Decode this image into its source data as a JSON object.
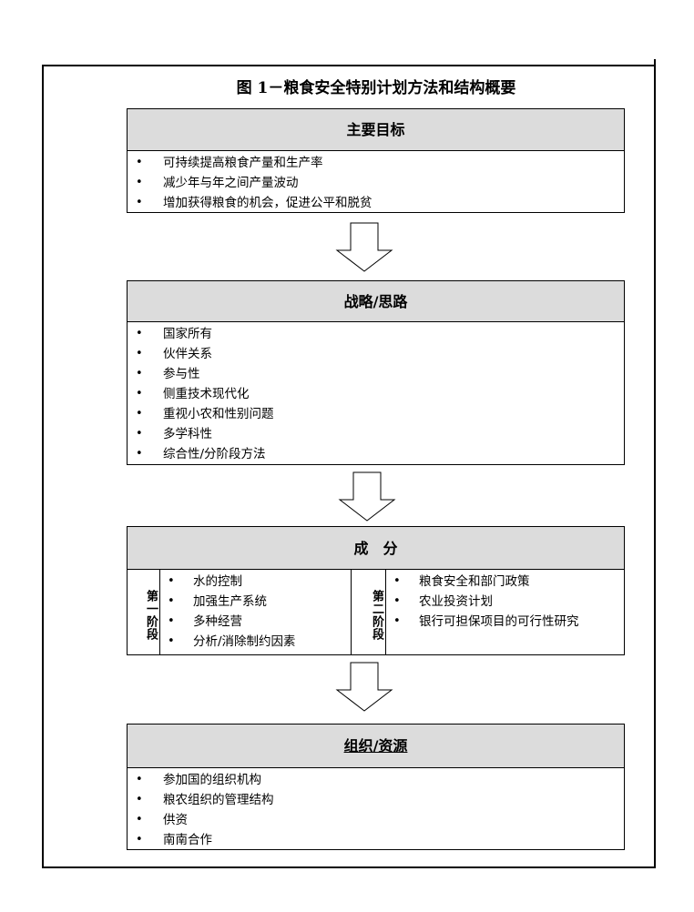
{
  "title": "图 1－粮食安全特别计划方法和结构概要",
  "sections": {
    "goals": {
      "heading": "主要目标",
      "items": [
        "可持续提高粮食产量和生产率",
        "减少年与年之间产量波动",
        "增加获得粮食的机会，促进公平和脱贫"
      ]
    },
    "strategy": {
      "heading": "战略/思路",
      "items": [
        "国家所有",
        "伙伴关系",
        "参与性",
        "侧重技术现代化",
        "重视小农和性别问题",
        "多学科性",
        "综合性/分阶段方法"
      ]
    },
    "components": {
      "heading": "成　分",
      "phase1": {
        "label": "第一阶段",
        "items": [
          "水的控制",
          "加强生产系统",
          "多种经营",
          "分析/消除制约因素"
        ]
      },
      "phase2": {
        "label": "第二阶段",
        "items": [
          "粮食安全和部门政策",
          "农业投资计划",
          "银行可担保项目的可行性研究"
        ]
      }
    },
    "organization": {
      "heading": "组织/资源",
      "items": [
        "参加国的组织机构",
        "粮农组织的管理结构",
        "供资",
        "南南合作"
      ]
    }
  },
  "bullet": "•",
  "colors": {
    "header_fill": "#dcdcdc",
    "border": "#000000"
  }
}
